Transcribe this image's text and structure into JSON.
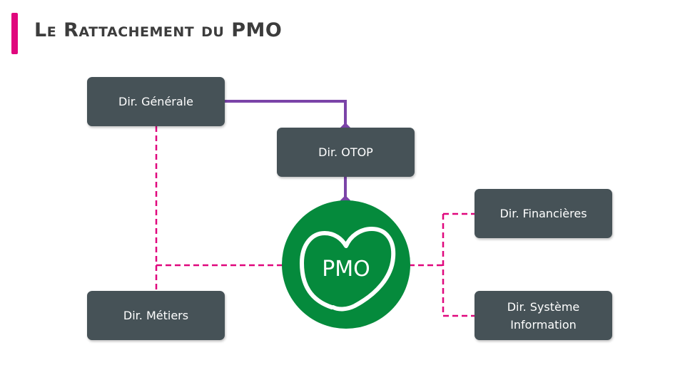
{
  "slide": {
    "title": "Le Rattachement du PMO"
  },
  "boxes": {
    "generale": "Dir. Générale",
    "otop": "Dir. OTOP",
    "metiers": "Dir. Métiers",
    "financieres": "Dir. Financières",
    "systeme_information": "Dir. Système\nInformation"
  },
  "logo": {
    "text": "PMO"
  },
  "colors": {
    "accent": "#e0077d",
    "box": "#465257",
    "solid_link": "#7b44a8",
    "dashed_link": "#e0077d",
    "pmo_green": "#058a3c"
  }
}
